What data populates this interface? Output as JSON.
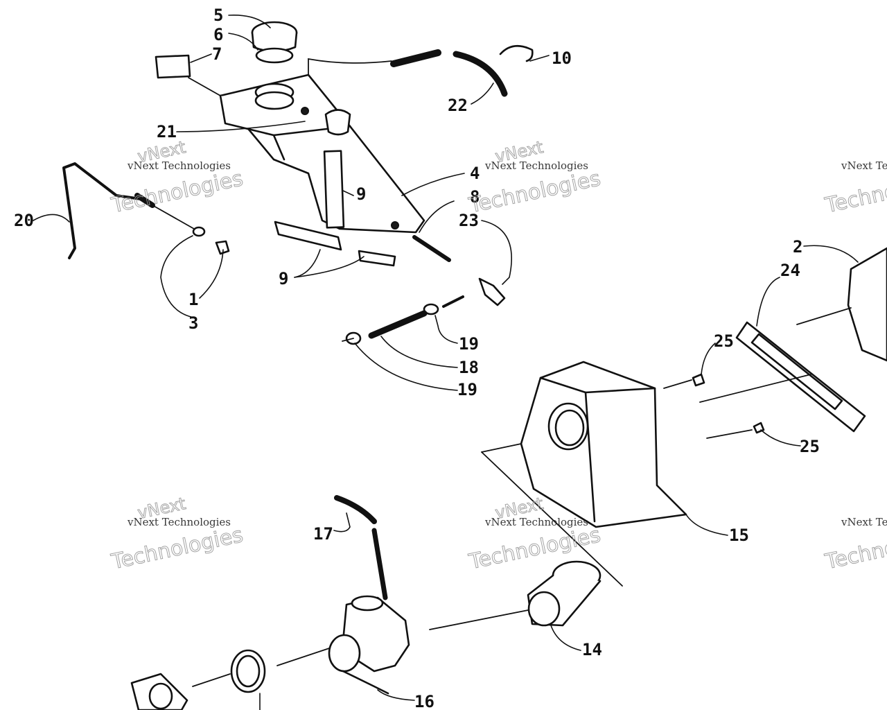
{
  "watermark": {
    "brand": "vNext Technologies",
    "line1": "vNext",
    "line2": "Technologies"
  },
  "callouts": {
    "c1": "1",
    "c2": "2",
    "c3": "3",
    "c4": "4",
    "c5": "5",
    "c6": "6",
    "c7": "7",
    "c8": "8",
    "c9": "9",
    "c10": "10",
    "c14": "14",
    "c15": "15",
    "c16": "16",
    "c17": "17",
    "c18": "18",
    "c19": "19",
    "c20": "20",
    "c21": "21",
    "c22": "22",
    "c23": "23",
    "c24": "24",
    "c25": "25"
  },
  "colors": {
    "ink": "#111111",
    "paper": "#ffffff",
    "watermark": "#9a9a9a"
  }
}
